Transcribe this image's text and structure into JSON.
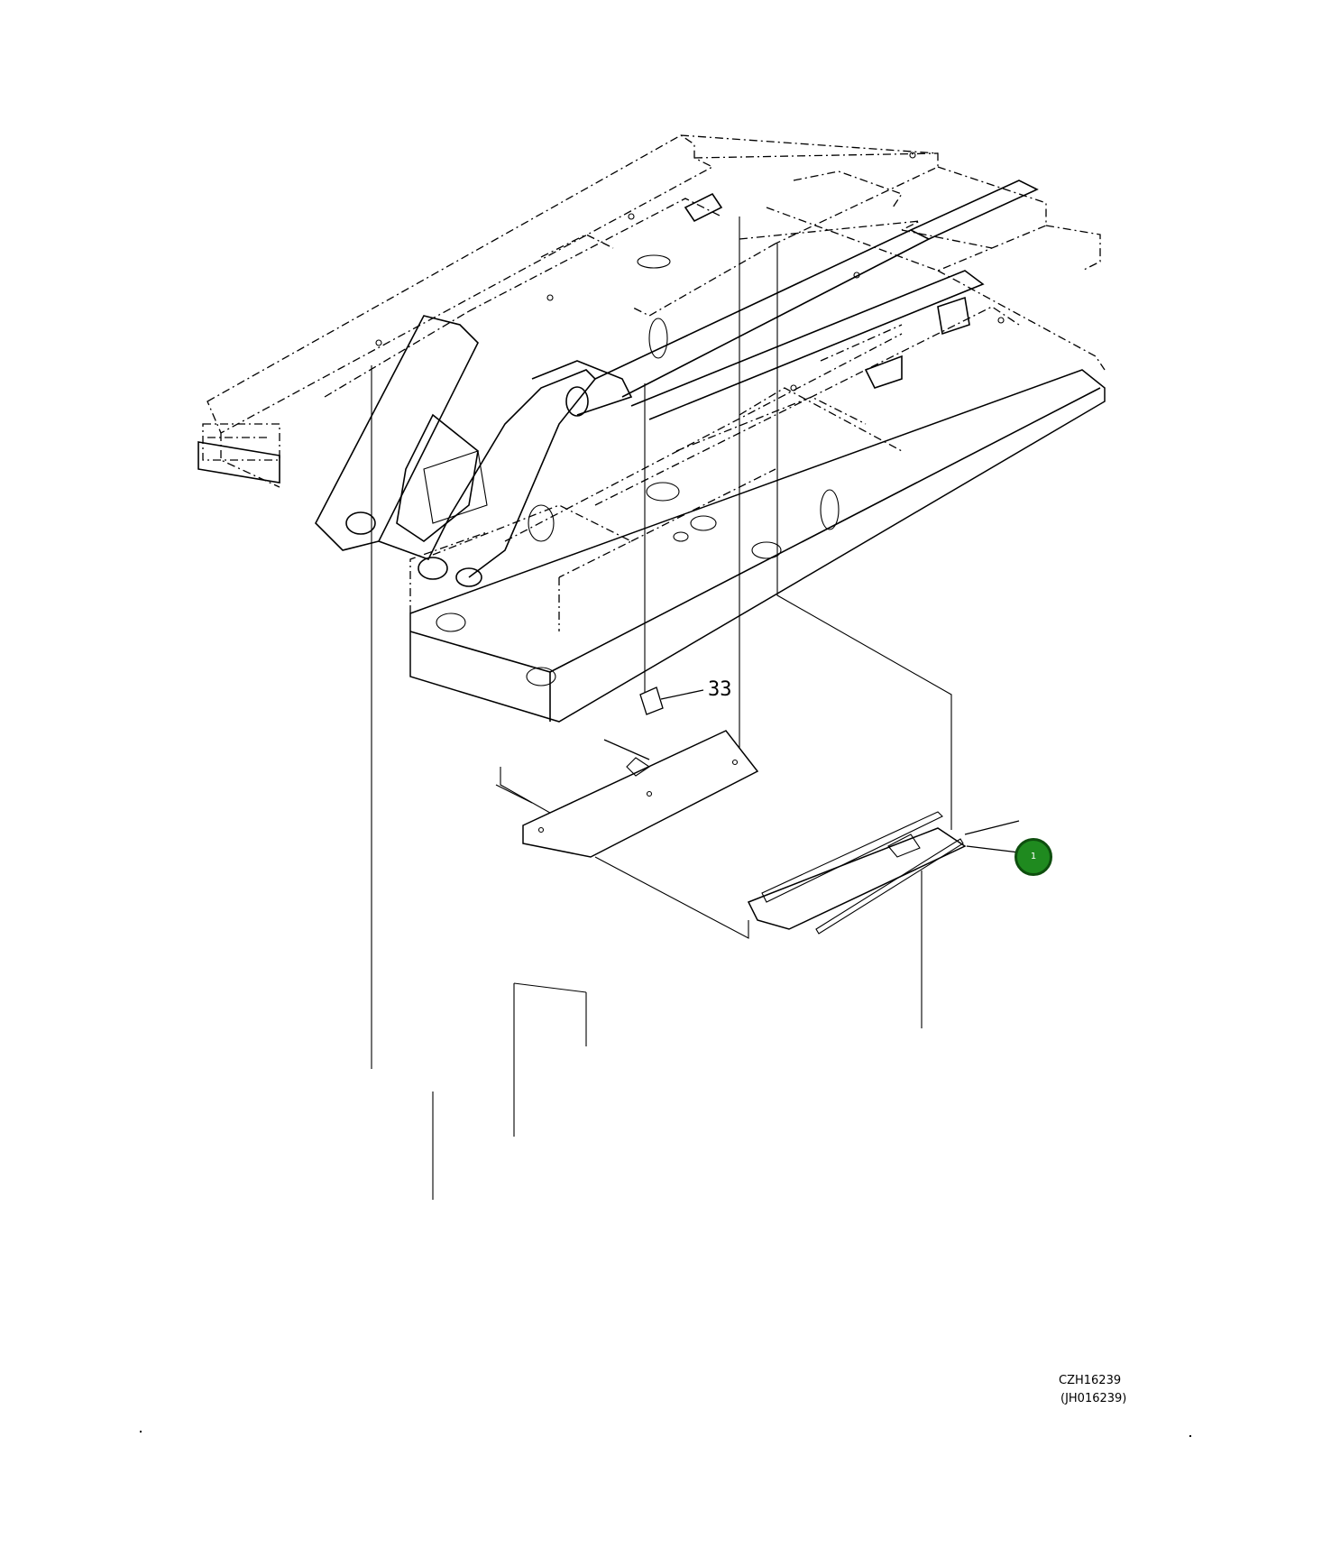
{
  "callout_part": {
    "label": "33"
  },
  "badge": {
    "label": "1",
    "color": "#1f8a1f"
  },
  "drawing_code": {
    "primary": "CZH16239",
    "secondary": "(JH016239)"
  }
}
